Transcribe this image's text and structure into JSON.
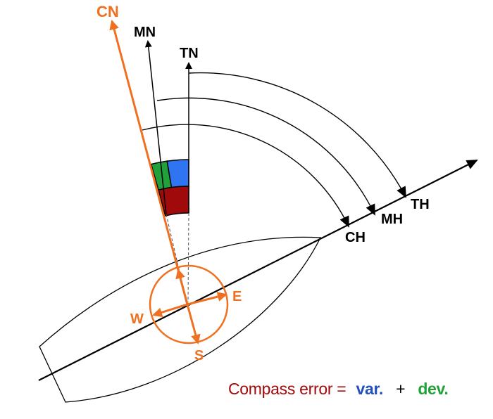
{
  "diagram": {
    "title": "Compass error diagram",
    "north_labels": {
      "compass_north": "CN",
      "magnetic_north": "MN",
      "true_north": "TN"
    },
    "heading_labels": {
      "compass_heading": "CH",
      "magnetic_heading": "MH",
      "true_heading": "TH"
    },
    "compass_points": {
      "west": "W",
      "east": "E",
      "south": "S"
    },
    "formula": {
      "lhs": "Compass error =",
      "var": "var.",
      "plus": "+",
      "dev": "dev."
    },
    "colors": {
      "compass": "#f07021",
      "variation": "#2f74f0",
      "deviation": "#22a13a",
      "compass_error": "#a10a0a",
      "line": "#000000"
    }
  }
}
